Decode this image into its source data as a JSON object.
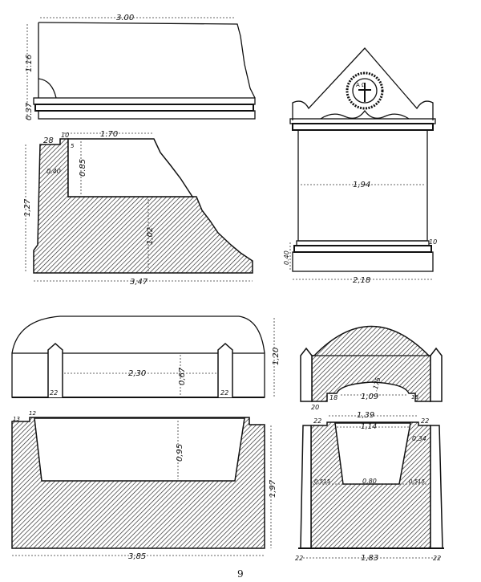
{
  "page_number": "9",
  "fig_slab_elevation": {
    "width": "3.00",
    "height": "1.16",
    "base": "0.37"
  },
  "fig_slab_section": {
    "ledge": "28",
    "lip": "10",
    "lip_height": "5",
    "opening": "1.70",
    "depth": "0.85",
    "wall": "0.40",
    "total_height": "1,27",
    "lower_height": "1,02",
    "total_width": "3,47"
  },
  "fig_stele": {
    "medallion_letters": "A Ω",
    "body_width": "1,94",
    "base_height": "0.40",
    "plinth": "10",
    "total_width": "2,18"
  },
  "fig_lid_elevation": {
    "span": "2,30",
    "height": "0,67",
    "post_left": "22",
    "post_right": "22",
    "total_height": "1,20"
  },
  "fig_chest_section": {
    "ledge": "13",
    "lip": "12",
    "depth": "0,95",
    "total_height": "1,97",
    "total_width": "3,85"
  },
  "fig_lid_section": {
    "rise": ".175",
    "span": "1,09",
    "step_left": "18",
    "step_right": "18",
    "offset": "20"
  },
  "fig_chest_cross_section": {
    "outer_opening": "1,39",
    "inner_opening": "1,14",
    "ledge_left": "22",
    "ledge_right": "22",
    "lip": "0,34",
    "wall_left": "0,515",
    "bottom": "0,80",
    "wall_right": "0,515",
    "width": "1,83",
    "pillar_left": "22",
    "pillar_right": "22"
  }
}
